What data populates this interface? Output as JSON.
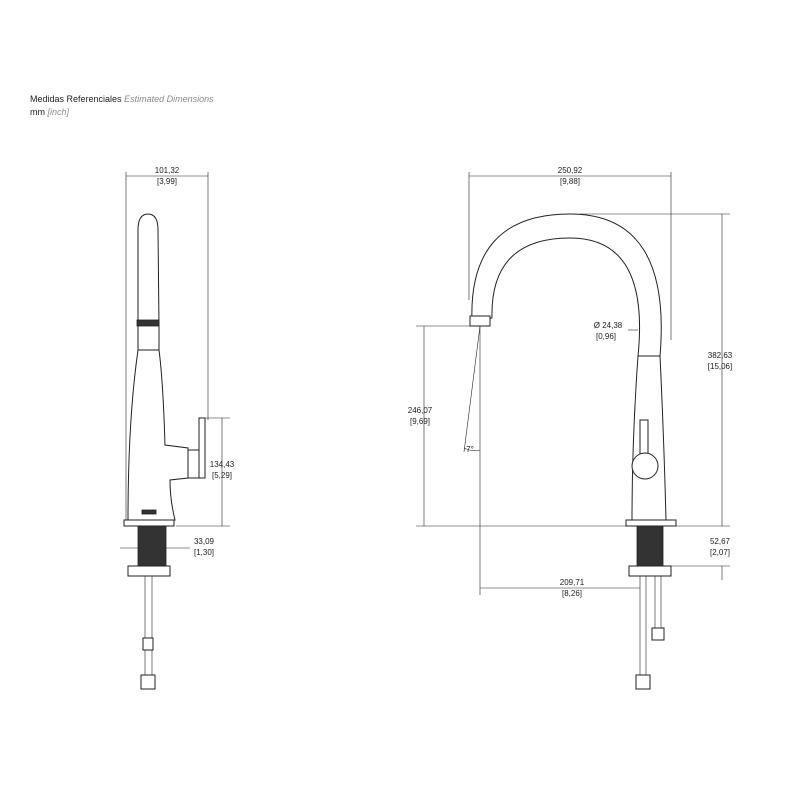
{
  "header": {
    "title_es": "Medidas Referenciales",
    "title_en": "Estimated Dimensions",
    "unit_primary": "mm",
    "unit_secondary": "[inch]"
  },
  "dimensions": {
    "side_width": {
      "mm": "101,32",
      "in": "[3,99]"
    },
    "side_handle_height": {
      "mm": "134,43",
      "in": "[5,29]"
    },
    "side_shank": {
      "mm": "33,09",
      "in": "[1,30]"
    },
    "front_width": {
      "mm": "250,92",
      "in": "[9,88]"
    },
    "front_diameter": {
      "mm": "Ø 24,38",
      "in": "[0,96]"
    },
    "front_total_height": {
      "mm": "382,63",
      "in": "[15,06]"
    },
    "front_spout_height": {
      "mm": "246,07",
      "in": "[9,69]"
    },
    "front_angle": {
      "deg": "7°"
    },
    "front_reach": {
      "mm": "209,71",
      "in": "[8,26]"
    },
    "front_base": {
      "mm": "52,67",
      "in": "[2,07]"
    }
  }
}
